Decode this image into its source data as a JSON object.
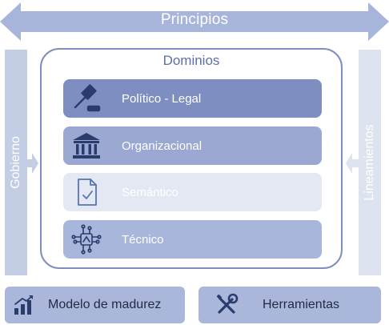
{
  "principios": {
    "label": "Principios"
  },
  "gobierno": {
    "label": "Gobierno"
  },
  "lineamientos": {
    "label": "Lineamientos"
  },
  "dominios": {
    "title": "Dominios",
    "items": [
      {
        "label": "Político - Legal",
        "icon": "gavel-icon",
        "color": "#7f8ec0",
        "text_color": "#ffffff"
      },
      {
        "label": "Organizacional",
        "icon": "institution-building-icon",
        "color": "#9aa8d2",
        "text_color": "#ffffff"
      },
      {
        "label": "Semántico",
        "icon": "document-check-icon",
        "color": "#e3e8f3",
        "text_color": "#ffffff"
      },
      {
        "label": "Técnico",
        "icon": "circuit-chip-icon",
        "color": "#a9b6db",
        "text_color": "#ffffff"
      }
    ]
  },
  "buttons": {
    "madurez": {
      "label": "Modelo de madurez",
      "icon": "maturity-bar-chart-icon",
      "color": "#aab7db"
    },
    "herramientas": {
      "label": "Herramientas",
      "icon": "tools-icon",
      "color": "#aab7db"
    }
  },
  "colors": {
    "arrow": "#a8b5da",
    "frame": "#7f8fbd",
    "icon_dark": "#2a3c6e"
  }
}
